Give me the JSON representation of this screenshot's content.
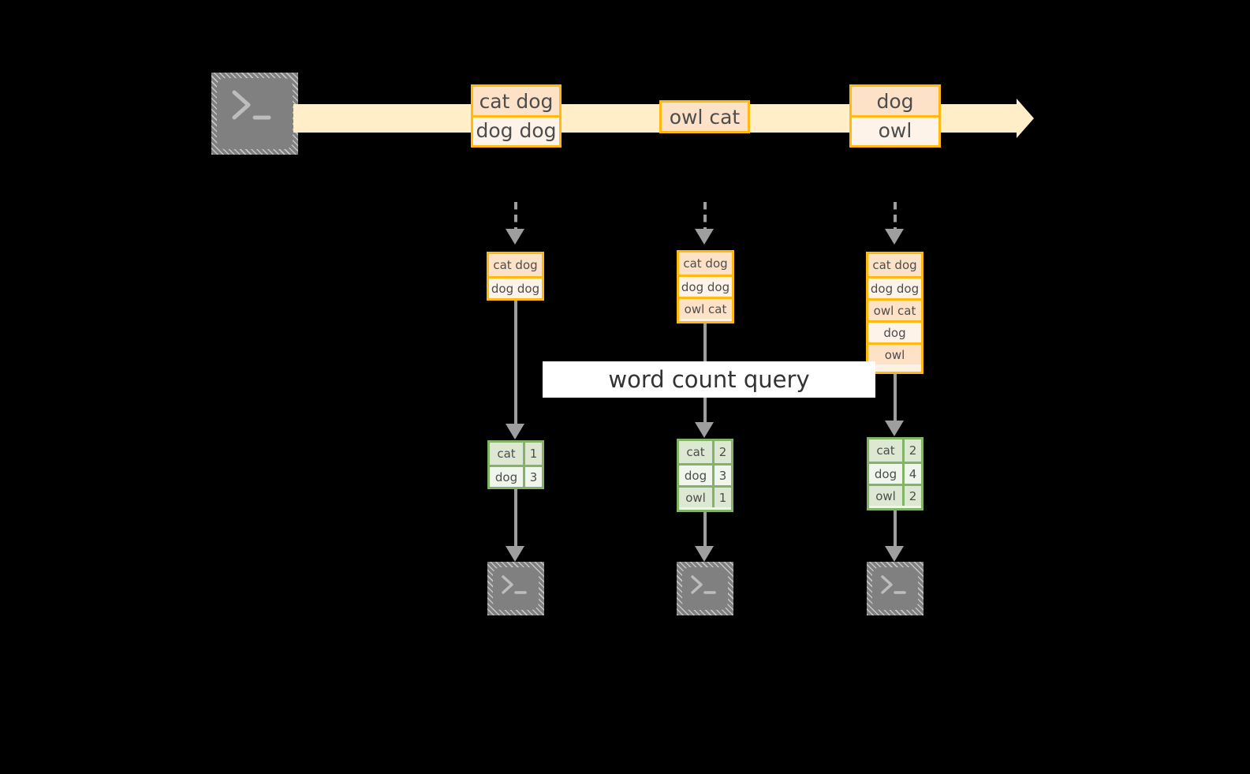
{
  "diagram": {
    "title_banner": {
      "label": "word count query"
    },
    "stream": {
      "source_icon": "terminal-icon",
      "events": [
        {
          "rows": [
            {
              "text": "cat dog",
              "shade": "dark"
            },
            {
              "text": "dog dog",
              "shade": "light"
            }
          ]
        },
        {
          "rows": [
            {
              "text": "owl cat",
              "shade": "dark"
            }
          ]
        },
        {
          "rows": [
            {
              "text": "dog",
              "shade": "dark"
            },
            {
              "text": "owl",
              "shade": "light"
            }
          ]
        }
      ]
    },
    "snapshots": [
      {
        "name": "snapshot-1",
        "input_rows": [
          {
            "text": "cat dog",
            "shade": "dark"
          },
          {
            "text": "dog dog",
            "shade": "light"
          }
        ],
        "result_rows": [
          {
            "word": "cat",
            "count": "1",
            "shade": "shadeA"
          },
          {
            "word": "dog",
            "count": "3",
            "shade": "shadeB"
          }
        ],
        "sink_icon": "terminal-icon"
      },
      {
        "name": "snapshot-2",
        "input_rows": [
          {
            "text": "cat dog",
            "shade": "dark"
          },
          {
            "text": "dog dog",
            "shade": "light"
          },
          {
            "text": "owl cat",
            "shade": "dark"
          }
        ],
        "result_rows": [
          {
            "word": "cat",
            "count": "2",
            "shade": "shadeA"
          },
          {
            "word": "dog",
            "count": "3",
            "shade": "shadeB"
          },
          {
            "word": "owl",
            "count": "1",
            "shade": "shadeA"
          }
        ],
        "sink_icon": "terminal-icon"
      },
      {
        "name": "snapshot-3",
        "input_rows": [
          {
            "text": "cat dog",
            "shade": "dark"
          },
          {
            "text": "dog dog",
            "shade": "light"
          },
          {
            "text": "owl cat",
            "shade": "dark"
          },
          {
            "text": "dog",
            "shade": "light"
          },
          {
            "text": "owl",
            "shade": "dark"
          }
        ],
        "result_rows": [
          {
            "word": "cat",
            "count": "2",
            "shade": "shadeA"
          },
          {
            "word": "dog",
            "count": "4",
            "shade": "shadeB"
          },
          {
            "word": "owl",
            "count": "2",
            "shade": "shadeA"
          }
        ],
        "sink_icon": "terminal-icon"
      }
    ],
    "colors": {
      "background": "#000000",
      "stream_band": "#ffeec8",
      "box_border": "#ffb90f",
      "box_fill_dark": "#fde2c8",
      "box_fill_light": "#fdf3e8",
      "table_border": "#82b366",
      "table_fill_dark": "#dde8d2",
      "table_fill_light": "#f1f6ec",
      "connector": "#9e9e9e",
      "terminal": "#808080",
      "banner_bg": "#ffffff",
      "text": "#4d4d4d"
    }
  }
}
